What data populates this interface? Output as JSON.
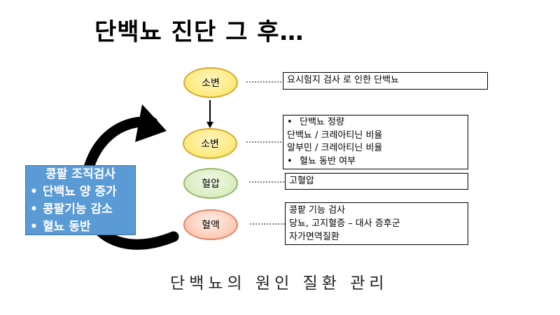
{
  "title": "단백뇨 진단 그 후…",
  "nodes": [
    {
      "label": "소변",
      "color": "yellow"
    },
    {
      "label": "소변",
      "color": "yellow"
    },
    {
      "label": "혈압",
      "color": "green"
    },
    {
      "label": "혈액",
      "color": "red"
    }
  ],
  "boxes": [
    {
      "lines": [
        {
          "text": "요시험지 검사 로 인한 단백뇨",
          "bullet": false
        }
      ]
    },
    {
      "lines": [
        {
          "text": "단백뇨 정량",
          "bullet": true
        },
        {
          "text": "단백뇨 / 크레아티닌 비율",
          "bullet": false
        },
        {
          "text": "알부민 / 크레아티닌 비율",
          "bullet": false
        },
        {
          "text": "혈뇨 동반 여부",
          "bullet": true
        }
      ]
    },
    {
      "lines": [
        {
          "text": "고혈압",
          "bullet": false
        }
      ]
    },
    {
      "lines": [
        {
          "text": "콩팥 기능 검사",
          "bullet": false
        },
        {
          "text": "당뇨, 고지혈증 – 대사 증후군",
          "bullet": false
        },
        {
          "text": "자가면역질환",
          "bullet": false
        }
      ]
    }
  ],
  "kidney": {
    "heading": "콩팥 조직검사",
    "items": [
      "단백뇨 양 증가",
      "콩팥기능 감소",
      "혈뇨 동반"
    ],
    "bullet": "•"
  },
  "bottom_text": "단백뇨의 원인 질환 관리",
  "colors": {
    "kidney_box": "#5b9bd5",
    "node_yellow": "#fde97a",
    "node_green": "#d8ecc0",
    "node_red": "#fbc9b4"
  }
}
